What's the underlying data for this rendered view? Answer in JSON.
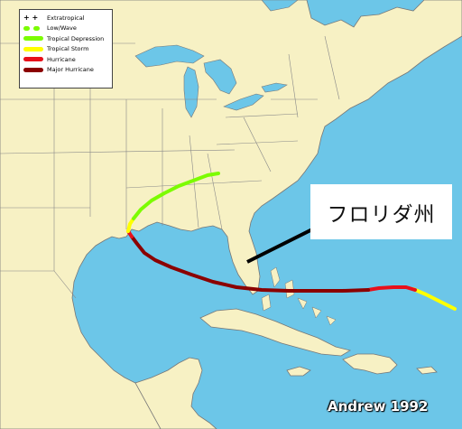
{
  "legend": {
    "items": [
      {
        "label": "Extratropical",
        "color": "#000000",
        "style": "crosses"
      },
      {
        "label": "Low/Wave",
        "color": "#7cfc00",
        "style": "dots"
      },
      {
        "label": "Tropical Depression",
        "color": "#7cfc00",
        "style": "line"
      },
      {
        "label": "Tropical Storm",
        "color": "#ffff00",
        "style": "line"
      },
      {
        "label": "Hurricane",
        "color": "#e8101a",
        "style": "line"
      },
      {
        "label": "Major Hurricane",
        "color": "#8b0000",
        "style": "line"
      }
    ]
  },
  "callout": {
    "text": "フロリダ州"
  },
  "caption": {
    "text": "Andrew 1992"
  },
  "colors": {
    "ocean": "#6cc6e8",
    "land": "#f7f1c4",
    "border": "#888888",
    "track_major": "#8b0000",
    "track_hurricane": "#e8101a",
    "track_storm": "#ffff00",
    "track_depression": "#7cfc00"
  }
}
